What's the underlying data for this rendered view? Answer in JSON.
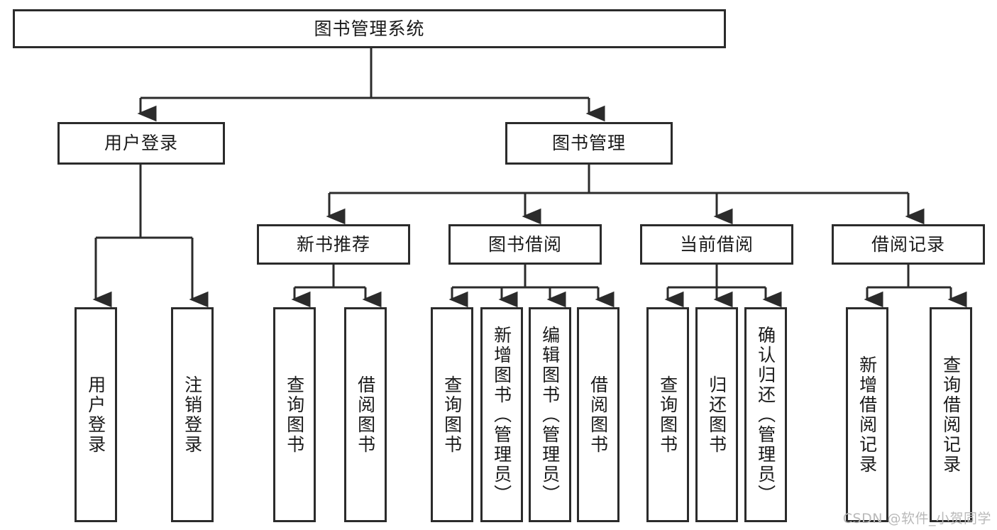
{
  "diagram": {
    "type": "tree-hierarchy-chart",
    "title": "图书管理系统",
    "watermark": "CSDN @软件_小贺同学",
    "colors": {
      "stroke": "#2b2b2b",
      "fill": "#ffffff",
      "text": "#1a1a1a",
      "watermark": "#b9b9b9"
    },
    "nodes": {
      "root": {
        "label": "图书管理系统"
      },
      "level2": [
        {
          "id": "user-login",
          "label": "用户登录"
        },
        {
          "id": "book-manage",
          "label": "图书管理"
        }
      ],
      "level3": [
        {
          "id": "new-book-recommend",
          "label": "新书推荐"
        },
        {
          "id": "book-borrow",
          "label": "图书借阅"
        },
        {
          "id": "current-borrow",
          "label": "当前借阅"
        },
        {
          "id": "borrow-record",
          "label": "借阅记录"
        }
      ],
      "leaves": {
        "user-login": [
          {
            "id": "leaf-user-login",
            "label": "用户登录"
          },
          {
            "id": "leaf-logout-login",
            "label": "注销登录"
          }
        ],
        "new-book-recommend": [
          {
            "id": "leaf-query-book-1",
            "label": "查询图书"
          },
          {
            "id": "leaf-borrow-book-1",
            "label": "借阅图书"
          }
        ],
        "book-borrow": [
          {
            "id": "leaf-query-book-2",
            "label": "查询图书"
          },
          {
            "id": "leaf-add-book",
            "label": "新增图书（管理员）"
          },
          {
            "id": "leaf-edit-book",
            "label": "编辑图书（管理员）"
          },
          {
            "id": "leaf-borrow-book-2",
            "label": "借阅图书"
          }
        ],
        "current-borrow": [
          {
            "id": "leaf-query-book-3",
            "label": "查询图书"
          },
          {
            "id": "leaf-return-book",
            "label": "归还图书"
          },
          {
            "id": "leaf-confirm-return",
            "label": "确认归还（管理员）"
          }
        ],
        "borrow-record": [
          {
            "id": "leaf-add-record",
            "label": "新增借阅记录"
          },
          {
            "id": "leaf-query-record",
            "label": "查询借阅记录"
          }
        ]
      }
    }
  }
}
